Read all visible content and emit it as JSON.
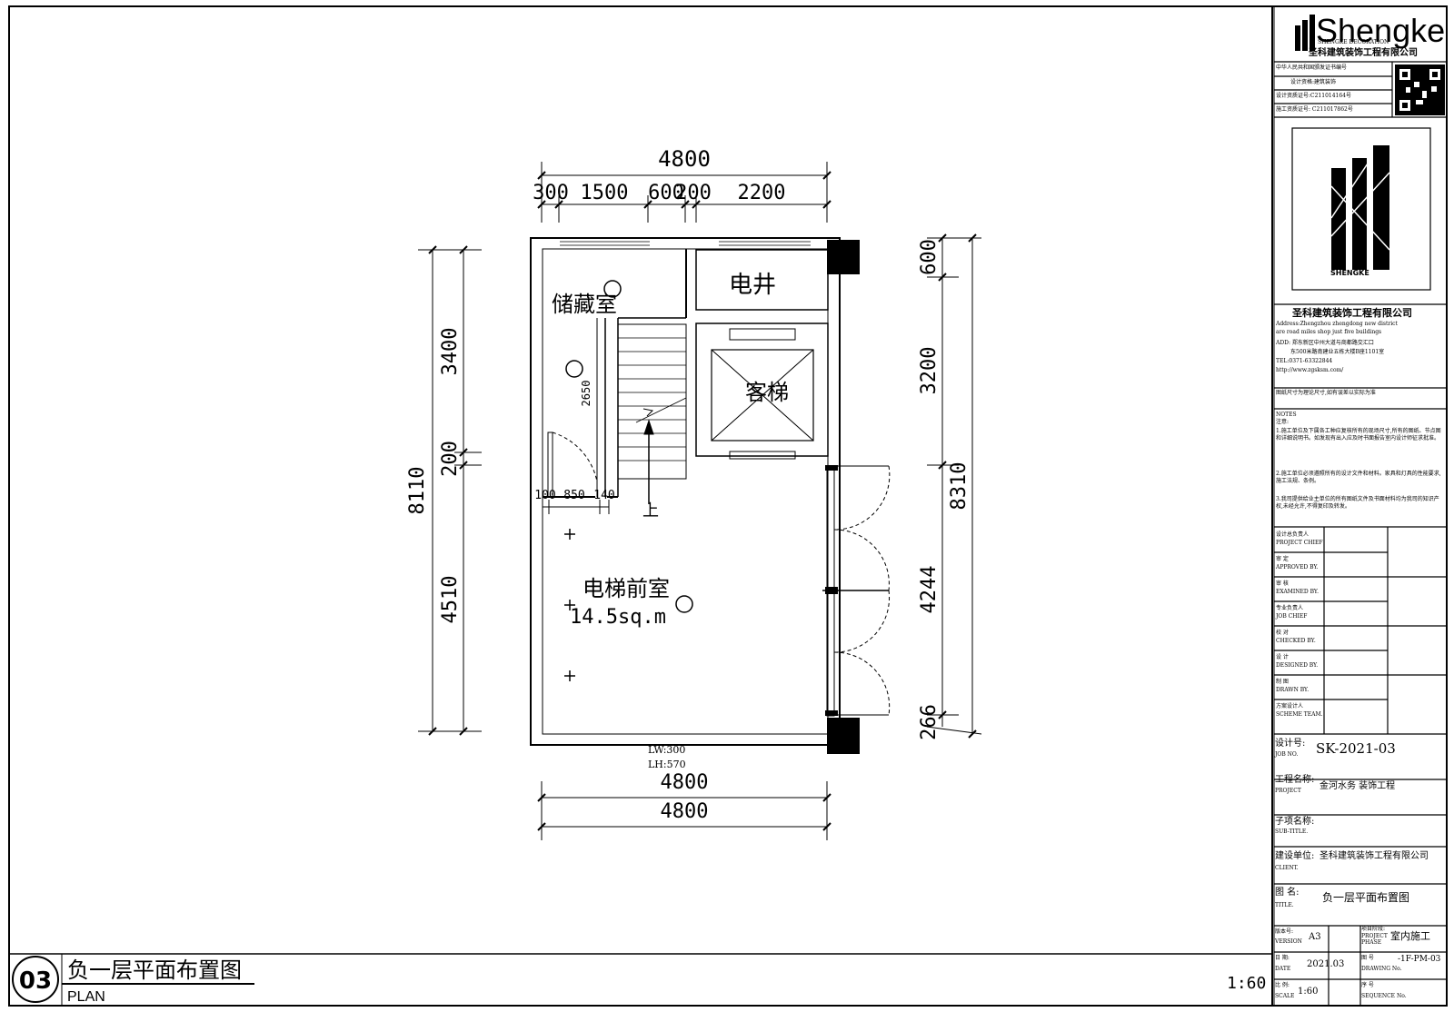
{
  "drawing": {
    "top_dims": {
      "total": "4800",
      "parts": [
        "300",
        "1500",
        "600",
        "200",
        "2200"
      ]
    },
    "bottom_dims": {
      "a": "4800",
      "b": "4800"
    },
    "left_dims": {
      "total": "8110",
      "upper": "3400",
      "mid": "200",
      "lower": "4510"
    },
    "right_dims": {
      "total": "8310",
      "a": "600",
      "b": "3200",
      "c": "4244",
      "d": "266"
    },
    "door_dims": [
      "100",
      "850",
      "140"
    ],
    "stair_dim": "2650",
    "rooms": {
      "storage": "储藏室",
      "shaft": "电井",
      "elevator": "客梯",
      "lobby": "电梯前室",
      "lobby_area": "14.5sq.m",
      "stair_up": "上"
    },
    "window_note": {
      "lw": "LW:300",
      "lh": "LH:570"
    }
  },
  "sheet": {
    "number": "03",
    "title_cn": "负一层平面布置图",
    "title_en": "PLAN",
    "scale": "1:60"
  },
  "titleblock": {
    "brand": "Shengke",
    "brand_sub": "SHENGKE DECORATION",
    "company_cn": "圣科建筑装饰工程有限公司",
    "cert_rows": [
      "中华人民共和国颁发证书编号",
      "设计资格:建筑装饰",
      "设计资质证号:C211014164号",
      "施工资质证号: C211017862号"
    ],
    "logo_caption": "SHENGKE",
    "company_name": "圣科建筑装饰工程有限公司",
    "address_en_1": "Address:Zhengzhou zhengdong new district",
    "address_en_2": "are road miles shop just five buildings",
    "address_cn_1": "ADD: 郑东新区中州大道与商都路交汇口",
    "address_cn_2": "东500米路南建业五栋大楼B座1101室",
    "tel": "TEL:0371-63322844",
    "url": "http://www.zgsksm.com/",
    "note_size": "图纸尺寸为理论尺寸,如有误差以实际为准",
    "notes_title": "NOTES",
    "notes_cn": "注意:",
    "notes": [
      "1.施工单位及下属各工种应复核所有的现场尺寸,所有的图纸、节点图和详细说明书。如发现有出入应及时书面报告室内设计师征求批准。",
      "2.施工单位必须遵照所有的设计文件和材料。家具和灯具的性能要求,施工法规、条例。",
      "3.我司提供给业主单位的所有图纸文件及书面材料均为我司的知识产权,未经允许,不得复印及转发。"
    ],
    "roles": [
      {
        "cn": "设计总负责人",
        "en": "PROJECT CHIEF"
      },
      {
        "cn": "审 定",
        "en": "APPROVED BY."
      },
      {
        "cn": "审 核",
        "en": "EXAMINED BY."
      },
      {
        "cn": "专业负责人",
        "en": "JOB CHIEF"
      },
      {
        "cn": "校 对",
        "en": "CHECKED BY."
      },
      {
        "cn": "设 计",
        "en": "DESIGNED BY."
      },
      {
        "cn": "制 图",
        "en": "DRAWN BY."
      },
      {
        "cn": "方案设计人",
        "en": "SCHEME TEAM."
      }
    ],
    "job_no_label": "设计号:",
    "job_no_en": "JOB NO.",
    "job_no": "SK-2021-03",
    "project_label": "工程名称:",
    "project_en": "PROJECT",
    "project": "金河水务 装饰工程",
    "subtitle_label": "子项名称:",
    "subtitle_en": "SUB-TITLE.",
    "client_label": "建设单位:",
    "client_en": "CLIENT.",
    "client": "圣科建筑装饰工程有限公司",
    "title_label": "图 名:",
    "title_en": "TITLE.",
    "title": "负一层平面布置图",
    "version_label": "版本号:",
    "version_en": "VERSION",
    "version": "A3",
    "phase_label": "项目阶段:",
    "phase_en": "PROJECT PHASE",
    "phase": "室内施工",
    "date_label": "日 期:",
    "date_en": "DATE",
    "date": "2021.03",
    "drawing_label": "图 号",
    "drawing_en": "DRAWING No.",
    "drawing_no": "-1F-PM-03",
    "scale_label": "比 例:",
    "scale_en": "SCALE",
    "scale": "1:60",
    "seq_label": "序 号",
    "seq_en": "SEQUENCE No."
  }
}
